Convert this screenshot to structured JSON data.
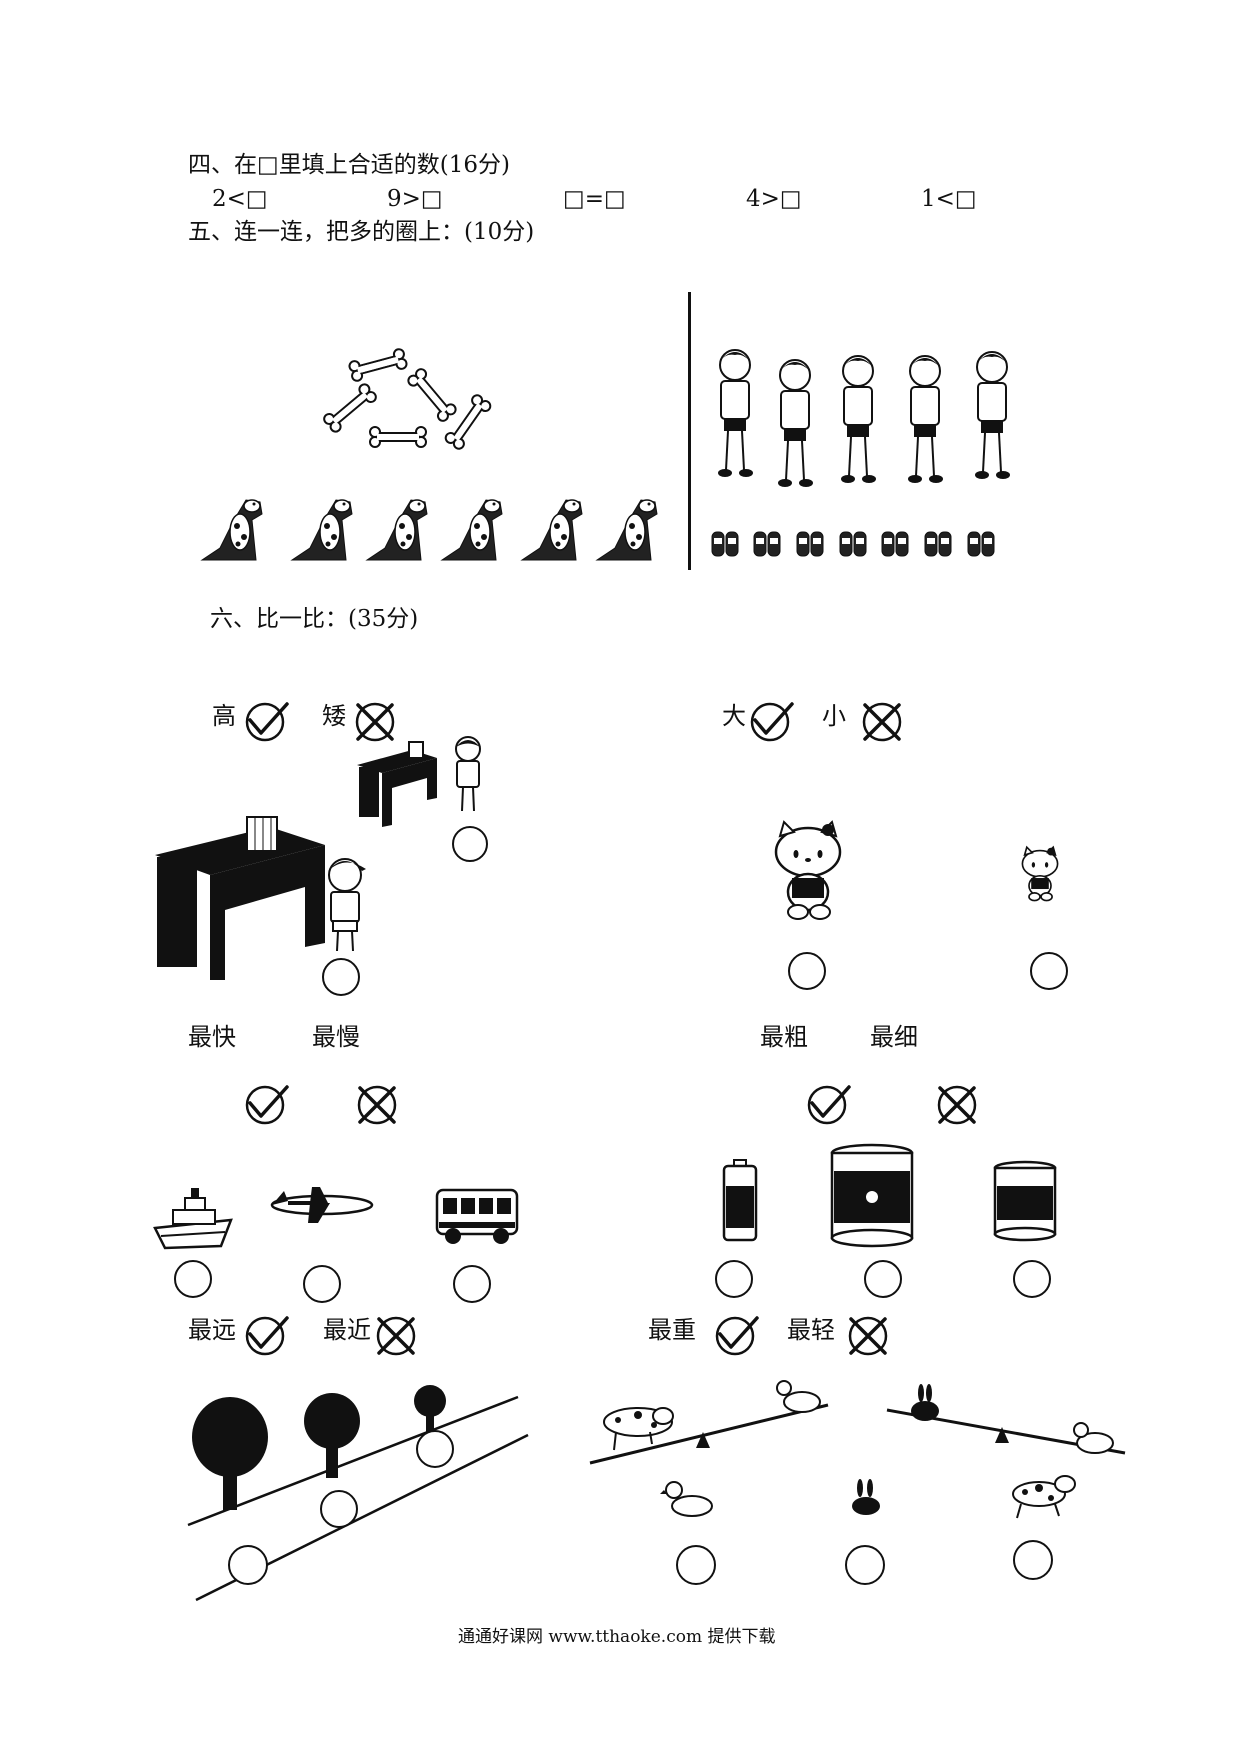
{
  "section4": {
    "title": "四、在□里填上合适的数(16分)",
    "items": [
      "2<□",
      "9>□",
      "□=□",
      "4>□",
      "1<□"
    ]
  },
  "section5": {
    "title": "五、连一连，把多的圈上：(10分)"
  },
  "section6": {
    "title": "六、比一比：(35分)",
    "tall_short": {
      "tall": "高",
      "short": "矮"
    },
    "big_small": {
      "big": "大",
      "small": "小"
    },
    "fast_slow": {
      "fast": "最快",
      "slow": "最慢"
    },
    "thick_thin": {
      "thick": "最粗",
      "thin": "最细"
    },
    "far_near": {
      "far": "最远",
      "near": "最近"
    },
    "heavy_light": {
      "heavy": "最重",
      "light": "最轻"
    }
  },
  "footer": "通通好课网 www.tthaoke.com 提供下载",
  "icons": [
    "check-circle-icon",
    "cross-circle-icon",
    "bone-icon",
    "dog-icon",
    "child-icon",
    "shoe-icon",
    "desk-icon",
    "boy-icon",
    "kitty-icon",
    "ship-icon",
    "airplane-icon",
    "bus-icon",
    "battery-icon",
    "tin-can-icon",
    "tree-icon",
    "road-icon",
    "seesaw-icon",
    "duck-icon",
    "rabbit-icon",
    "puppy-icon"
  ]
}
